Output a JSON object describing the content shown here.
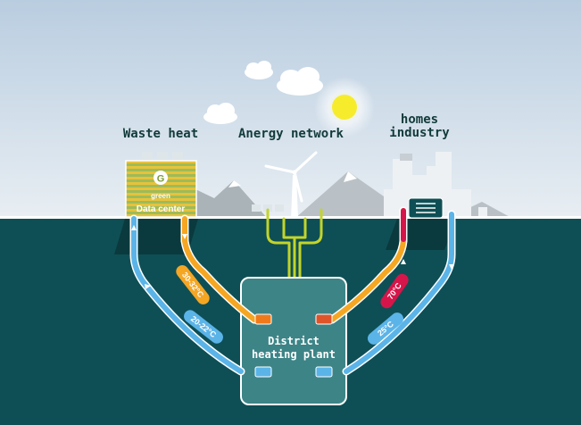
{
  "labels": {
    "waste_heat": "Waste heat",
    "anergy_network": "Anergy network",
    "homes": "homes",
    "industry": "industry",
    "district_line1": "District",
    "district_line2": "heating plant",
    "data_center_logo": "G",
    "data_center_brand": "green",
    "data_center_text": "Data center"
  },
  "temperatures": {
    "dc_hot": "30-32°C",
    "dc_cold": "20-22°C",
    "homes_hot": "70°C",
    "homes_cold": "25°C"
  },
  "colors": {
    "sky": "#c4d5e3",
    "sea": "#0e4f55",
    "plant": "#3d8487",
    "warm_pipe": "#f5a623",
    "hot_pipe": "#d6164a",
    "cold_pipe": "#5bb4e8",
    "anergy_pipe": "#c3d42a",
    "sun": "#f6ec2c"
  }
}
